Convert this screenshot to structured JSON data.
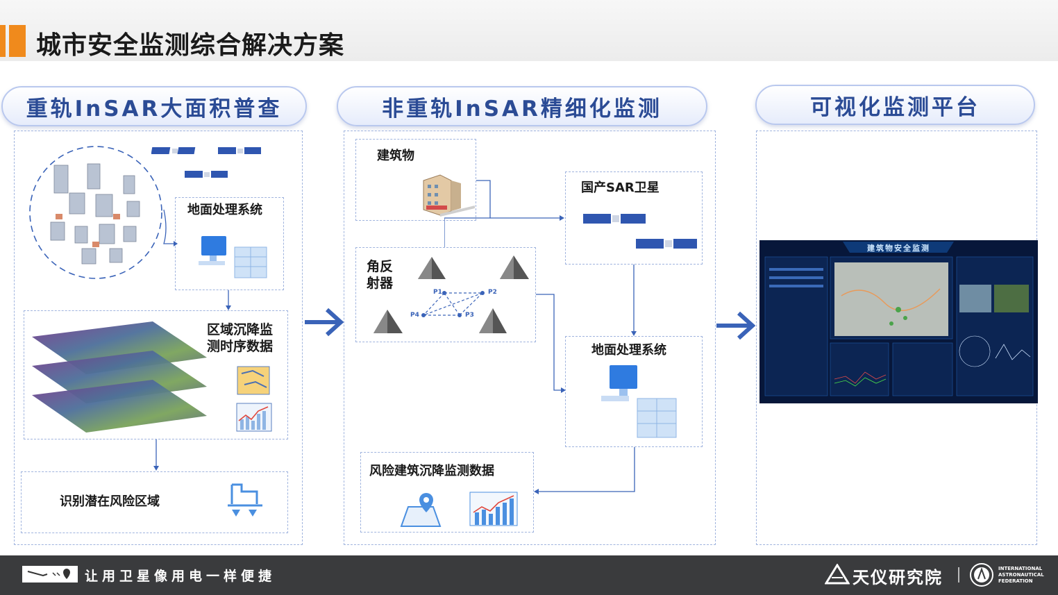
{
  "header": {
    "title": "城市安全监测综合解决方案"
  },
  "columns": [
    {
      "title": "重轨InSAR大面积普查"
    },
    {
      "title": "非重轨InSAR精细化监测"
    },
    {
      "title": "可视化监测平台"
    }
  ],
  "col1": {
    "ground_system": "地面处理系统",
    "timeseries_line1": "区域沉降监",
    "timeseries_line2": "测时序数据",
    "risk_area": "识别潜在风险区域"
  },
  "col2": {
    "building": "建筑物",
    "reflector_line1": "角反",
    "reflector_line2": "射器",
    "points": [
      "P1",
      "P2",
      "P3",
      "P4"
    ],
    "sar_satellite": "国产SAR卫星",
    "ground_system": "地面处理系统",
    "risk_data": "风险建筑沉降监测数据"
  },
  "col3": {
    "platform_title": "建筑物安全监测"
  },
  "footer": {
    "slogan": "让用卫星像用电一样便捷",
    "institute": "天仪研究院",
    "iaf_line1": "INTERNATIONAL",
    "iaf_line2": "ASTRONAUTICAL",
    "iaf_line3": "FEDERATION"
  },
  "colors": {
    "accent": "#f08a1c",
    "pill_text": "#2b4b95",
    "arrow": "#3a63b8",
    "footer": "#3a3b3d"
  }
}
